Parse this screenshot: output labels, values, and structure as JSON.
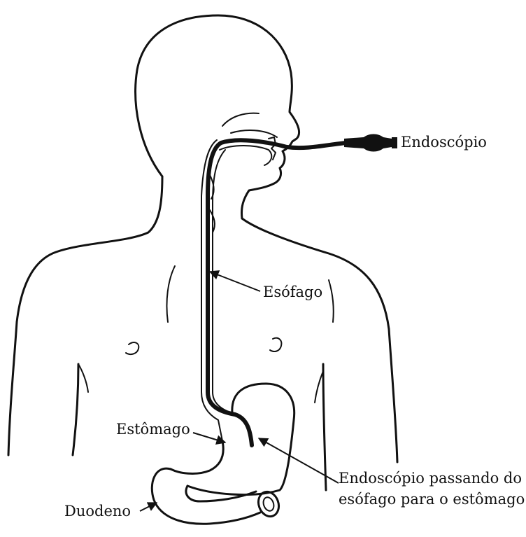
{
  "labels": {
    "endoscope": "Endoscópio",
    "esophagus": "Esófago",
    "stomach": "Estômago",
    "duodenum": "Duodeno",
    "passage_line1": "Endoscópio passando do",
    "passage_line2": "esófago para o estômago"
  },
  "colors": {
    "ink": "#111111",
    "background": "#ffffff"
  }
}
